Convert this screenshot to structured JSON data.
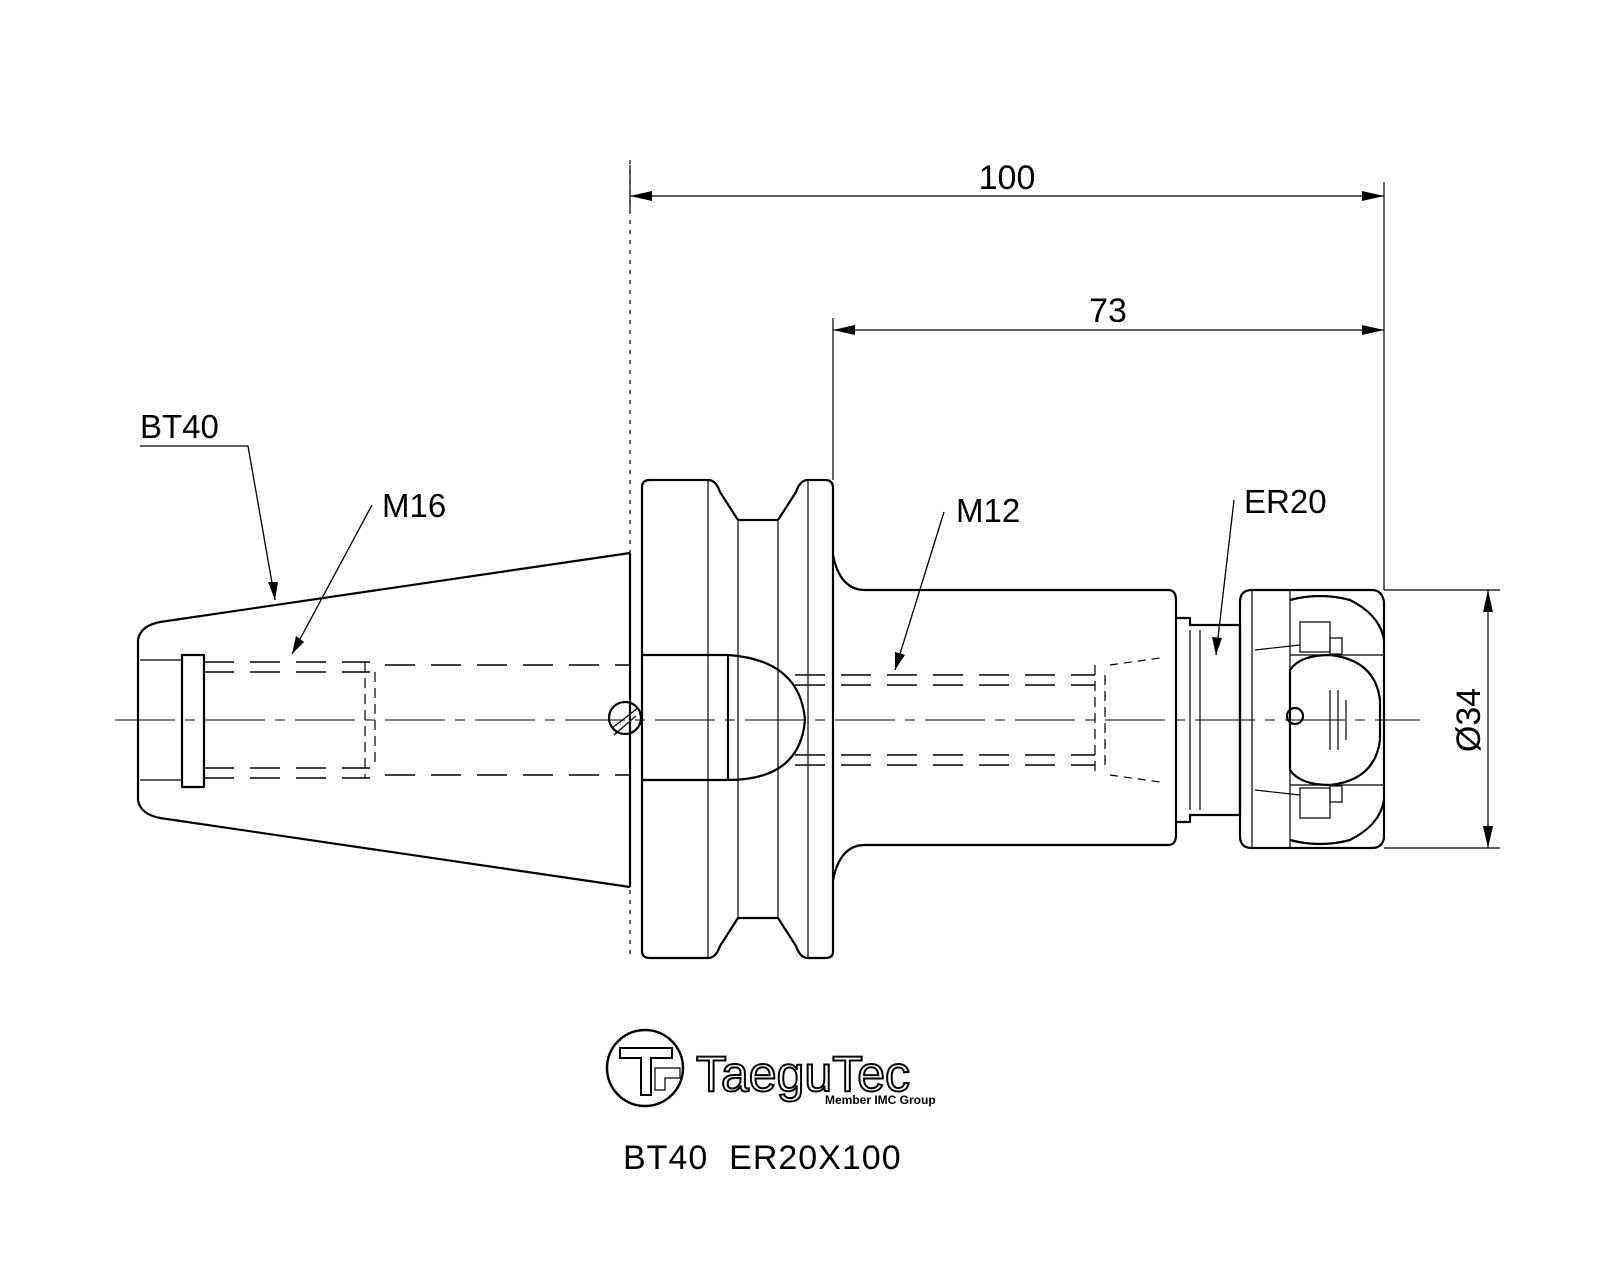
{
  "dimensions": {
    "overall_length": "100",
    "gauge_length": "73",
    "diameter": "Ø34"
  },
  "labels": {
    "taper": "BT40",
    "drawbar_thread": "M16",
    "stop_screw_thread": "M12",
    "collet": "ER20"
  },
  "logo": {
    "name": "TaeguTec",
    "tagline": "Member IMC Group"
  },
  "model": "BT40  ER20X100"
}
